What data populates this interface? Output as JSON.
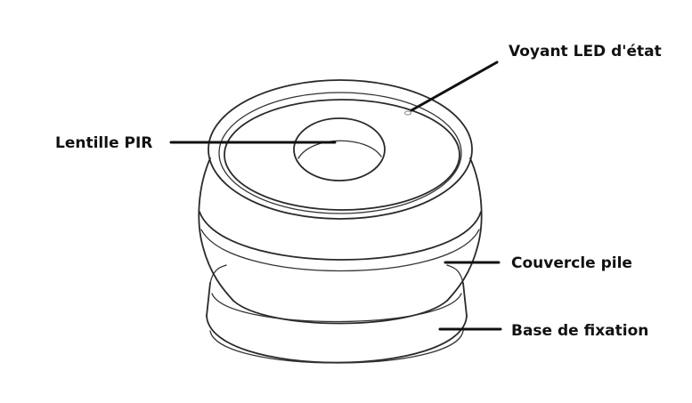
{
  "labels": {
    "led": "Voyant LED d'état",
    "pir": "Lentille PIR",
    "battery_cover": "Couvercle pile",
    "base": "Base de fixation"
  },
  "colors": {
    "line": "#2a2a2a",
    "text": "#111111",
    "background": "#ffffff"
  }
}
